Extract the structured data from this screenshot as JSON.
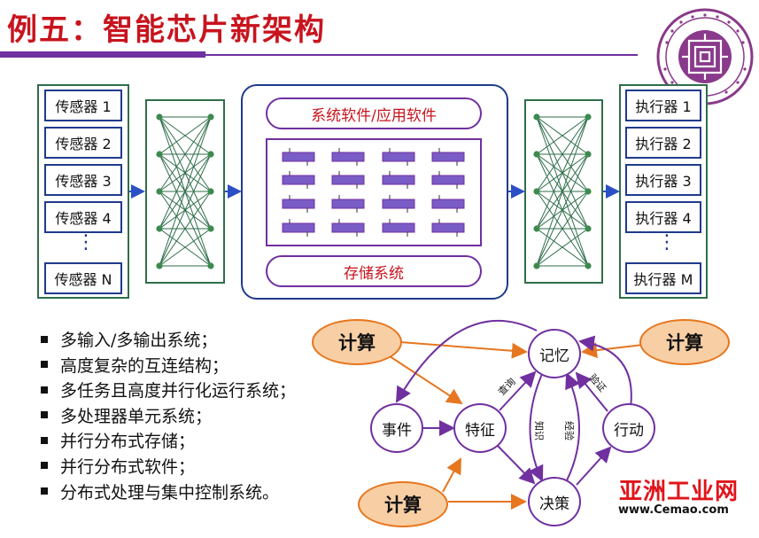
{
  "title": "例五：智能芯片新架构",
  "sensors": [
    "传感器 1",
    "传感器 2",
    "传感器 3",
    "传感器 4",
    "传感器 N"
  ],
  "actuators": [
    "执行器 1",
    "执行器 2",
    "执行器 3",
    "执行器 4",
    "执行器 M"
  ],
  "ellipsis": "⋮",
  "core": {
    "software_label": "系统软件/应用软件",
    "storage_label": "存储系统"
  },
  "bullets": [
    "多输入/多输出系统；",
    "高度复杂的互连结构；",
    "多任务且高度并行化运行系统；",
    "多处理器单元系统；",
    "并行分布式存储；",
    "并行分布式软件；",
    "分布式处理与集中控制系统。"
  ],
  "cognitive": {
    "compute_label": "计算",
    "nodes": {
      "memory": "记忆",
      "event": "事件",
      "feature": "特征",
      "action": "行动",
      "decision": "决策"
    },
    "edges": {
      "query": "查询",
      "verify": "验证",
      "knowledge": "知识",
      "experience": "经验"
    }
  },
  "watermark": {
    "brand": "亚洲工业网",
    "url": "www.Cemao.com"
  },
  "colors": {
    "title_red": "#c8141e",
    "purple": "#7030a0",
    "green": "#2f6e4a",
    "node_green": "#3d8a4f",
    "blue_border": "#1f3b8c",
    "orange": "#e6761f",
    "orange_fill": "#f8cfa4"
  },
  "icons": {
    "seal": "university-seal-icon"
  }
}
